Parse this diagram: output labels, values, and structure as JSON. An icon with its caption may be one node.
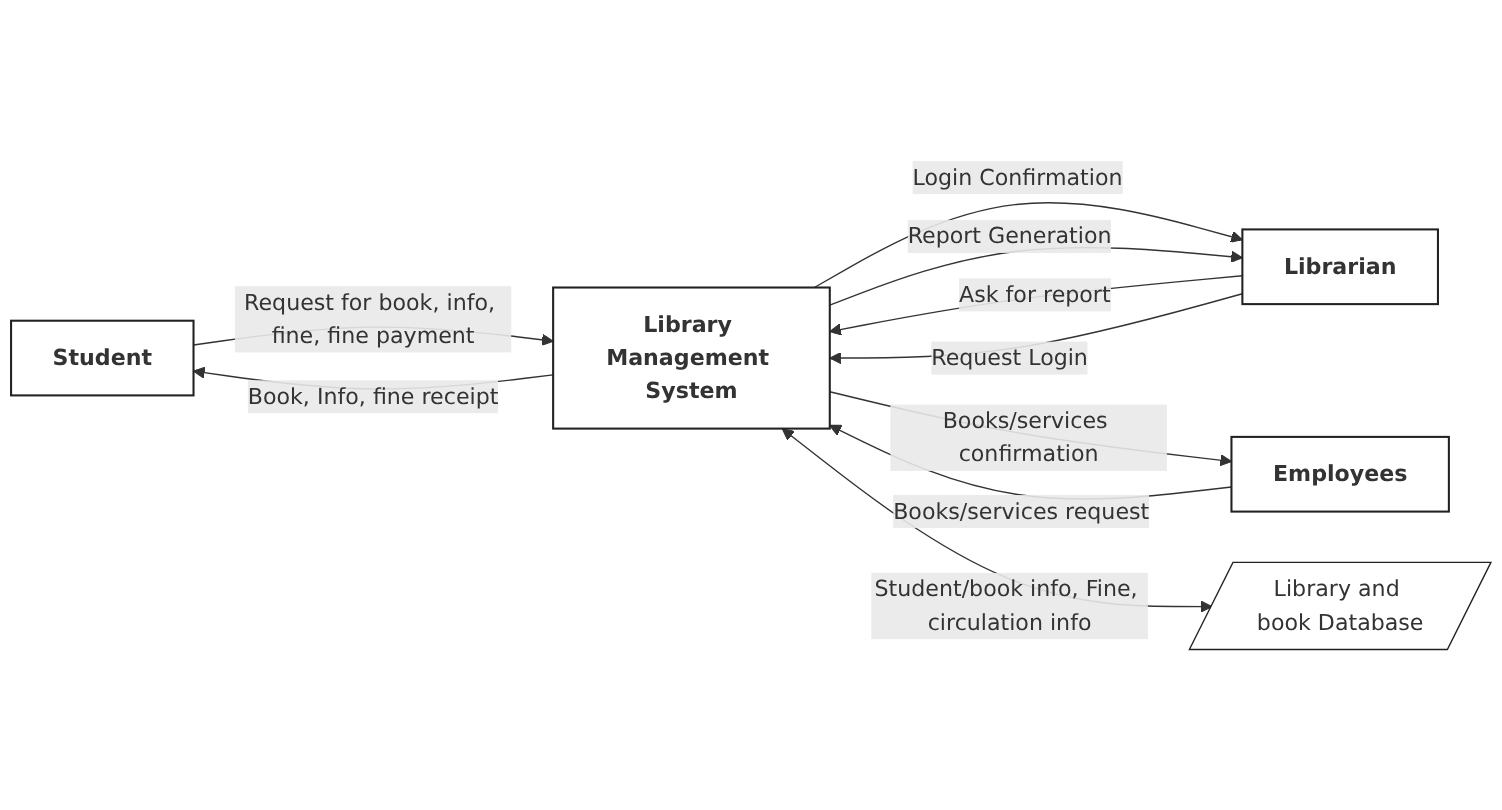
{
  "diagram": {
    "nodes": [
      {
        "text": [
          "Student"
        ]
      },
      {
        "text": [
          "Librarian"
        ]
      },
      {
        "text": [
          "Library Management System"
        ]
      },
      {
        "text": [
          "Employees"
        ]
      },
      {
        "text": [
          "Library and book Database"
        ]
      }
    ],
    "edges": [
      {
        "from": 0,
        "to": 2,
        "arrow": "to",
        "label": "Request for book, info, fine, fine payment"
      },
      {
        "from": 2,
        "to": 0,
        "arrow": "to",
        "label": "Book, Info, fine receipt"
      },
      {
        "from": 1,
        "to": 2,
        "arrow": "to",
        "label": "Ask for report"
      },
      {
        "from": 1,
        "to": 2,
        "arrow": "to",
        "label": "Request Login"
      },
      {
        "from": 2,
        "to": 1,
        "arrow": "to",
        "label": "Login Confirmation"
      },
      {
        "from": 2,
        "to": 1,
        "arrow": "to",
        "label": "Report Generation"
      },
      {
        "from": 2,
        "to": 3,
        "arrow": "to",
        "label": "Books/services confirmation"
      },
      {
        "from": 3,
        "to": 2,
        "arrow": "to",
        "label": "Books/services request"
      },
      {
        "from": 2,
        "to": 4,
        "arrow": "both",
        "label": "Student/book info, Fine, circulation info"
      }
    ]
  }
}
